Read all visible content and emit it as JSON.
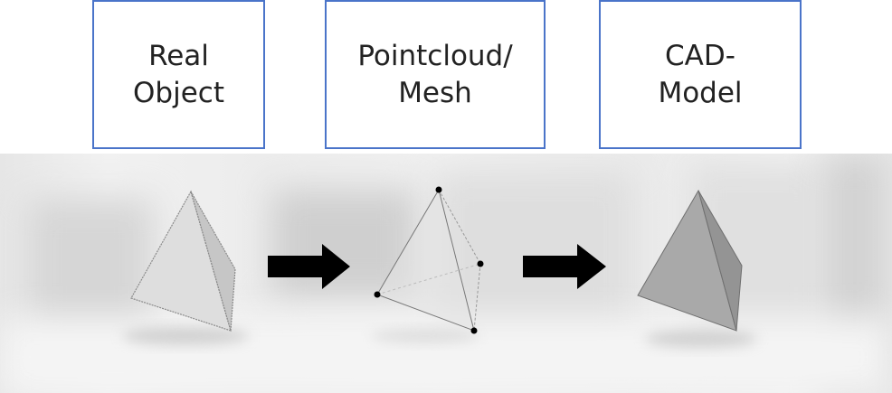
{
  "boxes": {
    "real": "Real\nObject",
    "mesh": "Pointcloud/\nMesh",
    "cad": "CAD-\nModel"
  },
  "colors": {
    "box_border": "#4a74c9",
    "arrow": "#000000",
    "real_fill": "#dcdcdc",
    "cad_fill": "#a6a6a6"
  }
}
